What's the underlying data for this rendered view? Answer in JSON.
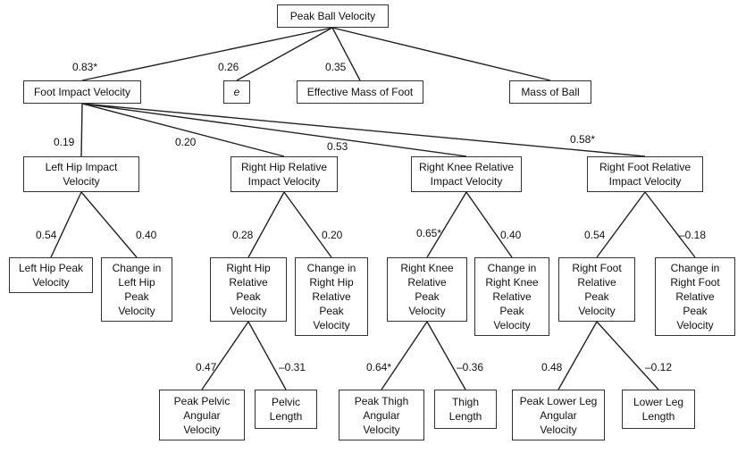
{
  "nodes": {
    "peak_ball_velocity": "Peak Ball Velocity",
    "foot_impact_velocity": "Foot Impact Velocity",
    "e": "e",
    "effective_mass_of_foot": "Effective Mass of Foot",
    "mass_of_ball": "Mass of Ball",
    "left_hip_impact_velocity": "Left Hip Impact\nVelocity",
    "right_hip_relative_impact_velocity": "Right Hip Relative\nImpact Velocity",
    "right_knee_relative_impact_velocity": "Right Knee Relative\nImpact Velocity",
    "right_foot_relative_impact_velocity": "Right Foot Relative\nImpact Velocity",
    "left_hip_peak_velocity": "Left Hip Peak\nVelocity",
    "change_in_left_hip_peak_velocity": "Change in\nLeft Hip\nPeak\nVelocity",
    "right_hip_relative_peak_velocity": "Right Hip\nRelative\nPeak\nVelocity",
    "change_in_right_hip_relative_peak_velocity": "Change in\nRight Hip\nRelative\nPeak\nVelocity",
    "right_knee_relative_peak_velocity": "Right Knee\nRelative\nPeak\nVelocity",
    "change_in_right_knee_relative_peak_velocity": "Change in\nRight Knee\nRelative\nPeak\nVelocity",
    "right_foot_relative_peak_velocity": "Right Foot\nRelative\nPeak\nVelocity",
    "change_in_right_foot_relative_peak_velocity": "Change in\nRight Foot\nRelative\nPeak\nVelocity",
    "peak_pelvic_angular_velocity": "Peak Pelvic\nAngular\nVelocity",
    "pelvic_length": "Pelvic\nLength",
    "peak_thigh_angular_velocity": "Peak Thigh\nAngular\nVelocity",
    "thigh_length": "Thigh\nLength",
    "peak_lower_leg_angular_velocity": "Peak Lower Leg\nAngular\nVelocity",
    "lower_leg_length": "Lower Leg\nLength"
  },
  "coefficients": {
    "foot_impact_velocity": "0.83*",
    "e": "0.26",
    "effective_mass_of_foot": "0.35",
    "left_hip_impact_velocity": "0.19",
    "right_hip_relative_impact_velocity": "0.20",
    "right_knee_relative_impact_velocity": "0.53",
    "right_foot_relative_impact_velocity": "0.58*",
    "left_hip_peak_velocity": "0.54",
    "change_in_left_hip_peak_velocity": "0.40",
    "right_hip_relative_peak_velocity": "0.28",
    "change_in_right_hip_relative_peak_velocity": "0.20",
    "right_knee_relative_peak_velocity": "0.65*",
    "change_in_right_knee_relative_peak_velocity": "0.40",
    "right_foot_relative_peak_velocity": "0.54",
    "change_in_right_foot_relative_peak_velocity": "–0.18",
    "peak_pelvic_angular_velocity": "0.47",
    "pelvic_length": "–0.31",
    "peak_thigh_angular_velocity": "0.64*",
    "thigh_length": "–0.36",
    "peak_lower_leg_angular_velocity": "0.48",
    "lower_leg_length": "–0.12"
  }
}
